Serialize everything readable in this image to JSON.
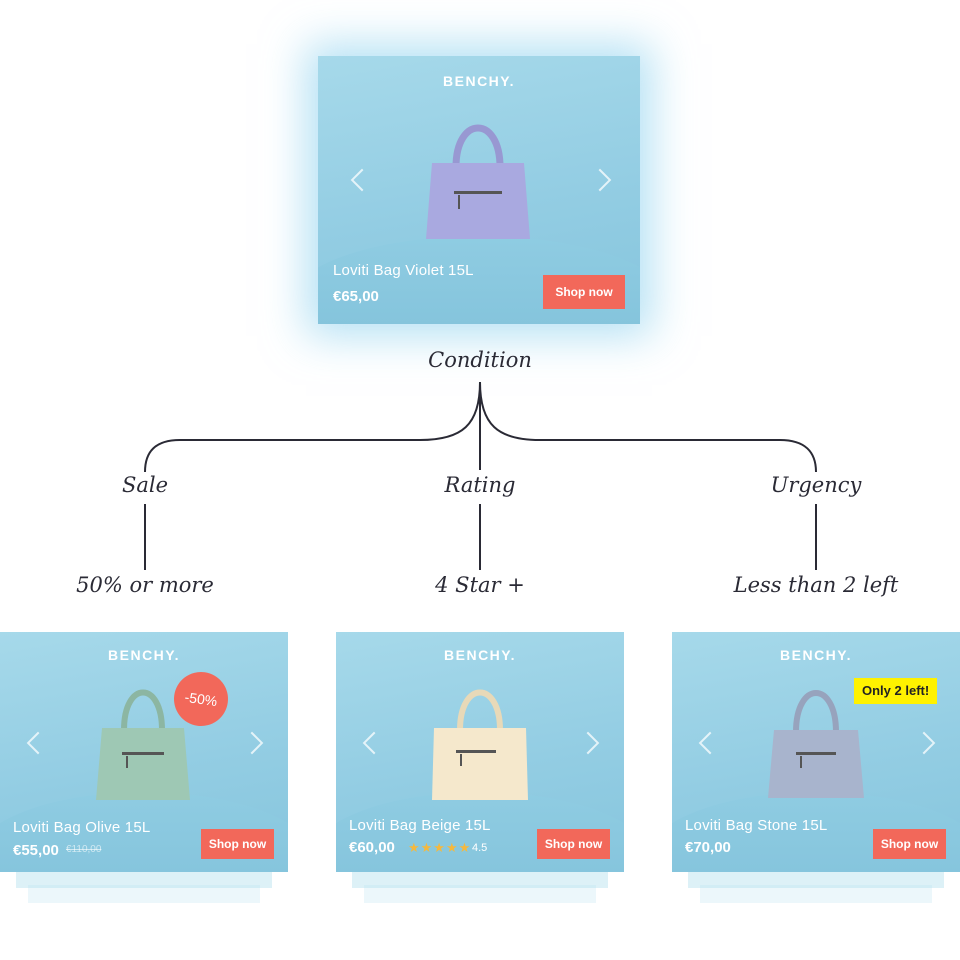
{
  "brand": "BENCHY.",
  "shop_label": "Shop now",
  "top_card": {
    "name": "Loviti Bag Violet 15L",
    "price": "€65,00",
    "bag_color": "#a9a9e0"
  },
  "condition": "Condition",
  "branches": [
    {
      "label": "Sale",
      "criterion": "50% or more"
    },
    {
      "label": "Rating",
      "criterion": "4 Star +"
    },
    {
      "label": "Urgency",
      "criterion": "Less than 2 left"
    }
  ],
  "cards": [
    {
      "name": "Loviti Bag Olive 15L",
      "price": "€55,00",
      "old_price": "€110,00",
      "badge": "-50%",
      "bag_color": "#9ec8b4"
    },
    {
      "name": "Loviti Bag Beige 15L",
      "price": "€60,00",
      "stars": "★★★★★",
      "rating_value": 4.5,
      "rating": "4.5",
      "bag_color": "#f5e8cc"
    },
    {
      "name": "Loviti Bag Stone 15L",
      "price": "€70,00",
      "badge": "Only 2 left!",
      "bag_color": "#a8b4cd"
    }
  ],
  "colors": {
    "card_bg": "#93cde3",
    "accent": "#f2685a",
    "urgency": "#fff200",
    "star": "#f5b83d"
  }
}
